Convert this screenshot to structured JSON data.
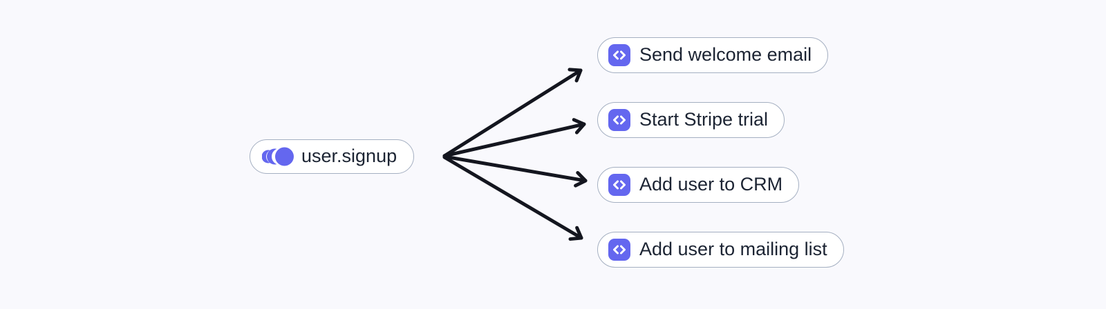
{
  "diagram": {
    "type": "fan-out",
    "trigger": {
      "id": "trigger",
      "label": "user.signup",
      "icon": "event-signal-icon"
    },
    "actions": [
      {
        "id": "action-1",
        "label": "Send welcome email",
        "icon": "code-icon"
      },
      {
        "id": "action-2",
        "label": "Start Stripe trial",
        "icon": "code-icon"
      },
      {
        "id": "action-3",
        "label": "Add user to CRM",
        "icon": "code-icon"
      },
      {
        "id": "action-4",
        "label": "Add user to mailing list",
        "icon": "code-icon"
      }
    ],
    "edges": [
      {
        "from": "trigger",
        "to": "action-1"
      },
      {
        "from": "trigger",
        "to": "action-2"
      },
      {
        "from": "trigger",
        "to": "action-3"
      },
      {
        "from": "trigger",
        "to": "action-4"
      }
    ]
  },
  "colors": {
    "background": "#f9f9fd",
    "node_background": "#ffffff",
    "node_border": "#a4afc1",
    "node_text": "#1c2433",
    "icon_accent": "#6467ef",
    "icon_glyph": "#ffffff",
    "arrow": "#14161f"
  }
}
